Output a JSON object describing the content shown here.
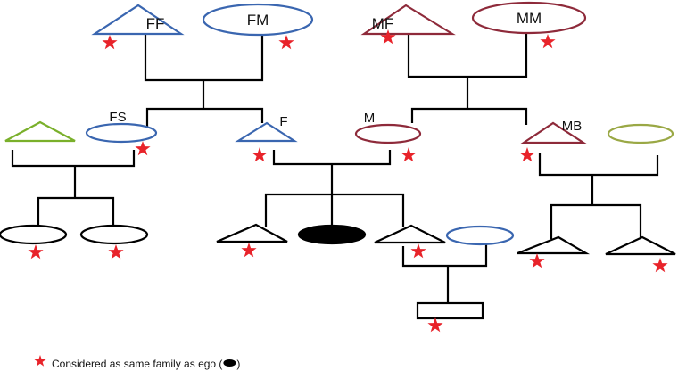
{
  "diagram": {
    "labels": {
      "ff": "FF",
      "fm": "FM",
      "mf": "MF",
      "mm": "MM",
      "fs": "FS",
      "f": "F",
      "m": "M",
      "mb": "MB"
    },
    "legend": {
      "text_before": "Considered as same family as ego (",
      "text_after": ")"
    }
  },
  "colors": {
    "father_side": "#3a66b0",
    "mother_side": "#8e2a3a",
    "in_law": "#7ab02b",
    "spouse_olive": "#9aa845",
    "line": "#000000",
    "star": "#e8232a",
    "ego_fill": "#000000"
  },
  "icons": {
    "male": "triangle",
    "female": "ellipse",
    "ego": "filled-ellipse",
    "same-family-marker": "star",
    "household": "rectangle"
  }
}
